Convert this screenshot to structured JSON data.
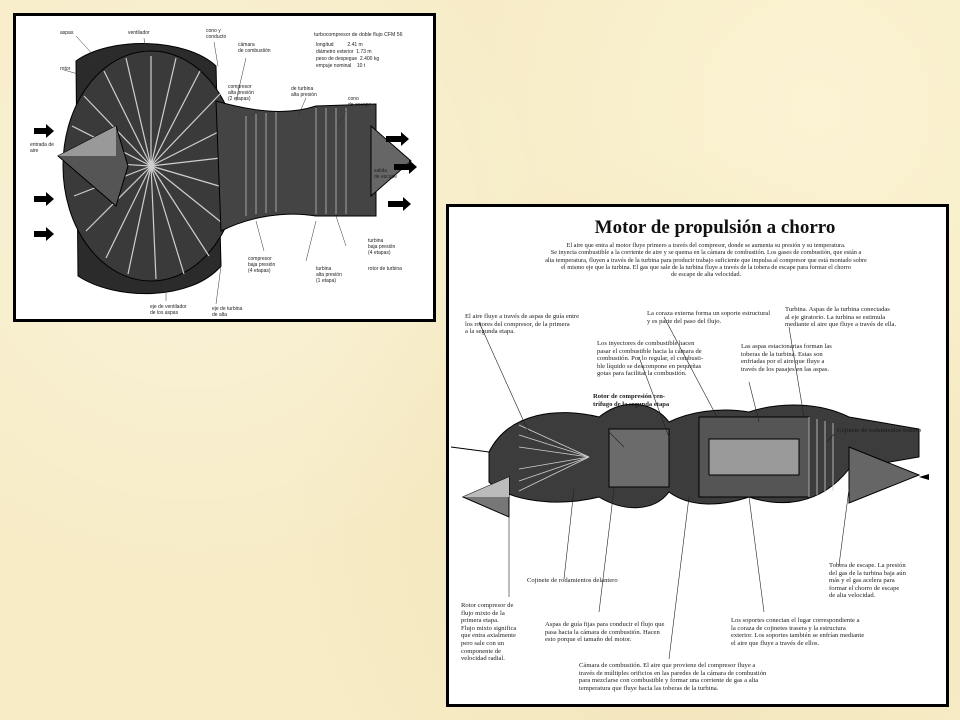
{
  "panel1": {
    "labels": {
      "aspas": "aspas",
      "ventilador": "ventilador",
      "rotor": "rotor",
      "entrada_aire": "entrada de\naire",
      "cono_escape_area": "cono y\nconducto",
      "camara": "cámara\nde combustión",
      "compresor_media": "compresor\nalta presión\n(2 etapas)",
      "turbina_alta": "de turbina\nalta presión",
      "cono_escape": "cono\nde escape",
      "salida_escape": "salida\nde escape",
      "compresor_baja": "compresor\nbaja presión\n(4 etapas)",
      "turbina_baja": "turbina\nbaja presión\n(4 etapas)",
      "rotor_turbina": "rotor de turbina",
      "turbina_alta_etapa": "turbina\nalta presión\n(1 etapa)",
      "eje_baja": "eje de ventilador\nde los aspas",
      "eje_turbina": "eje de turbina\nde alta"
    },
    "specs": {
      "title": "turbocompresor de doble flujo CFM 56",
      "rows": [
        "longitud          2.41 m",
        "diámetro exterior  1.73 m",
        "peso de despegue  2.400 kg",
        "empuje nominal    10 t"
      ]
    }
  },
  "panel2": {
    "title": "Motor de propulsión a chorro",
    "intro": "El aire que entra al motor fluye primero a través del compresor, donde se aumenta su presión y su temperatura.\nSe inyecta combustible a la corriente de aire y se quema en la cámara de combustión. Los gases de combustión, que están a\nalta temperatura, fluyen a través de la turbina para producir trabajo suficiente que impulsa al compresor que está montado sobre\nel mismo eje que la turbina. El gas que sale de la turbina fluye a través de la tobera de escape para formar el chorro\nde escape de alta velocidad.",
    "annotations": {
      "guia": "El aire fluye a través de aspas de guía entre\nlos rotores del compresor, de la primera\na la segunda etapa.",
      "coraza": "La coraza externa forma un soporte estructural\ny es parte del paso del flujo.",
      "turbina": "Turbina. Aspas de la turbina conectadas\nal eje giratorio. La turbina se estimula\nmediante el aire que fluye a través de ella.",
      "inyectores": "Los inyectores de combustible hacen\npasar el combustible hacia la cámara de\ncombustión. Por lo regular, el combusti-\nble líquido se descompone en pequeñas\ngotas para facilitar la combustión.",
      "estacionarias": "Las aspas estacionarias forman las\ntoberas de la turbina. Estas son\nenfriadas por el aire que fluye a\ntravés de los pasajes en las aspas.",
      "rotor_segunda": "Rotor de compresión cen-\ntrífugo de la segunda etapa",
      "cojinete_trasero": "Cojinete de rodamientos trasero",
      "cojinete_delantero": "Cojinete de rodamientos delantero",
      "rotor_primera": "Rotor compresor de\nflujo mixto de la\nprimera etapa.\nFlujo mixto significa\nque entra axialmente\npero sale con un\ncomponente de\nvelocidad radial.",
      "aspas_fijas": "Aspas de guía fijas para conducir el flujo que\npasa hacia la cámara de combustión. Hacen\nesto porque el tamaño del motor.",
      "soportes": "Los soportes conectan el lugar correspondiente a\nla coraza de cojinetes trasera y la estructura\nexterior. Los soportes también se enfrían mediante\nel aire que fluye a través de ellos.",
      "tobera": "Tobera de escape. La presión\ndel gas de la turbina baja aún\nmás y el gas acelera para\nformar el chorro de escape\nde alta velocidad.",
      "camara": "Cámara de combustión. El aire que proviene del compresor fluye a\ntravés de múltiples orificios en las paredes de la cámara de combustión\npara mezclarse con combustible y formar una corriente de gas a alta\ntemperatura que fluye hacia las toberas de la turbina."
    }
  }
}
